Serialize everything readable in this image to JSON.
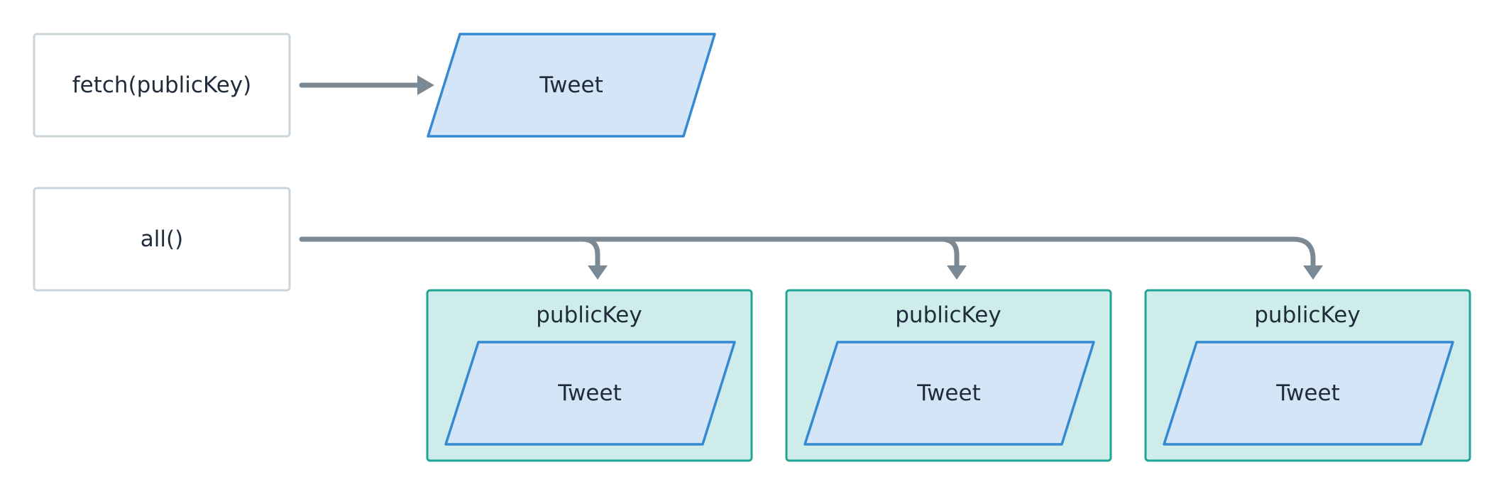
{
  "functions": {
    "fetch_label": "fetch(publicKey)",
    "all_label": "all()"
  },
  "fetch_result": {
    "tweet_label": "Tweet"
  },
  "accounts": [
    {
      "key_label": "publicKey",
      "tweet_label": "Tweet"
    },
    {
      "key_label": "publicKey",
      "tweet_label": "Tweet"
    },
    {
      "key_label": "publicKey",
      "tweet_label": "Tweet"
    }
  ],
  "colors": {
    "function_box_border": "#cbd5dc",
    "tweet_fill": "#d3e5f6",
    "tweet_border": "#3589d3",
    "account_fill": "#cdecea",
    "account_border": "#21a597",
    "arrow": "#7b8995",
    "text": "#1f2b3a"
  }
}
